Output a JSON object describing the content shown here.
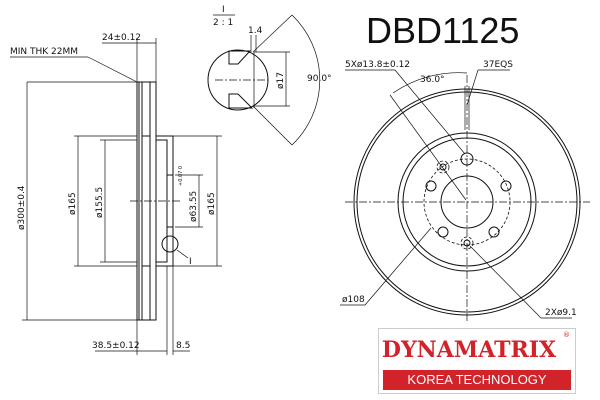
{
  "title": "DBD1125",
  "side_view": {
    "min_thickness": "MIN THK 22MM",
    "thickness": "24±0.12",
    "outer_diameter": "ø300±0.4",
    "hat_diameter_left": "ø165",
    "inner_diameter": "ø155.5",
    "center_bore": "ø63.55",
    "center_bore_tol": "+0.07 0",
    "hat_diameter_right": "ø165",
    "offset": "38.5±0.12",
    "hat_thickness": "8.5",
    "detail_marker": "I"
  },
  "detail_view": {
    "label": "I",
    "scale": "2 : 1",
    "chamfer": "1.4",
    "hole_diameter": "ø17",
    "angle": "90.0°"
  },
  "front_view": {
    "bolt_holes": "5Xø13.8±0.12",
    "angle": "36.0°",
    "vanes": "37EQS",
    "pcd": "ø108",
    "pin_holes": "2Xø9.1"
  },
  "logo": {
    "brand": "DYNAMATRIX",
    "tagline": "KOREA TECHNOLOGY",
    "accent": "#d2232a"
  }
}
